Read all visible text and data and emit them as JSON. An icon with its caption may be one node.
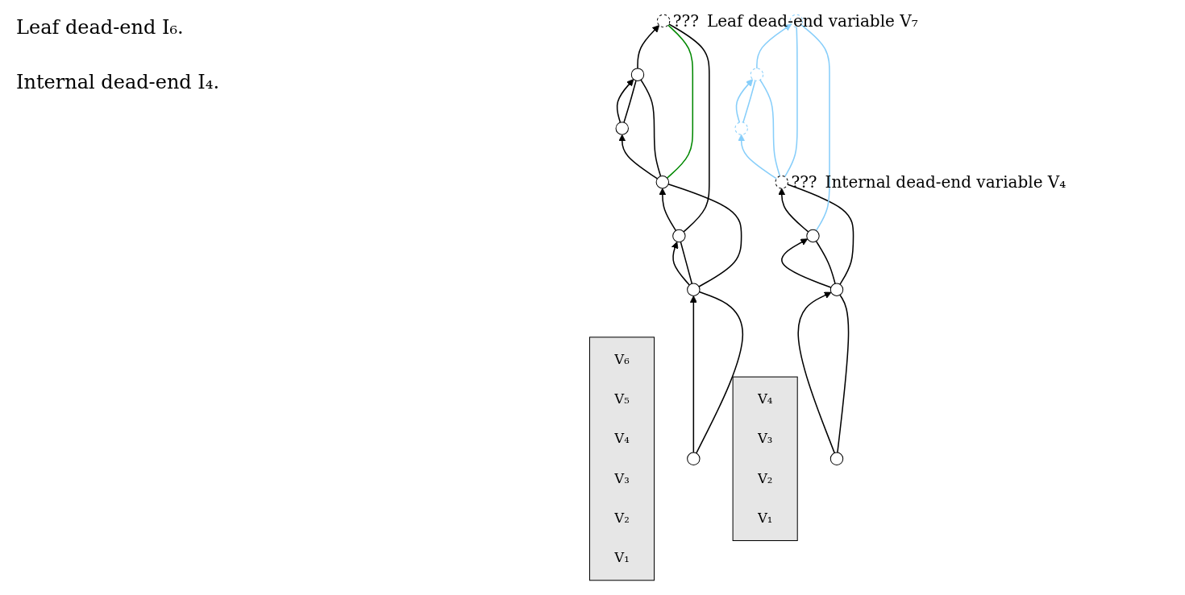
{
  "diagram": {
    "nodes": [
      {
        "text": [
          "V₆",
          "V₅",
          "V₄",
          "V₃",
          "V₂",
          "V₁"
        ]
      },
      {
        "text": [],
        "shape": "circle"
      },
      {
        "text": [],
        "shape": "circle"
      },
      {
        "text": [],
        "shape": "circle"
      },
      {
        "text": [],
        "shape": "circle"
      },
      {
        "text": [],
        "shape": "circle"
      },
      {
        "text": [],
        "shape": "circle"
      },
      {
        "text": [],
        "shape": "circle",
        "beside": [
          "???",
          "Leaf dead-end variable V₇"
        ]
      },
      {
        "text": [
          "V₄",
          "V₃",
          "V₂",
          "V₁"
        ]
      },
      {
        "text": [],
        "shape": "circle"
      },
      {
        "text": [],
        "shape": "circle"
      },
      {
        "text": [],
        "shape": "circle"
      },
      {
        "text": [],
        "shape": "circle",
        "beside": [
          "???",
          "Internal dead-end variable V₄"
        ]
      },
      {
        "text": [],
        "shape": "circle"
      },
      {
        "text": [],
        "shape": "circle"
      },
      {
        "text": [],
        "shape": "circle"
      }
    ],
    "edges": [
      {
        "from": 1,
        "to": 2,
        "arrow": "to"
      },
      {
        "from": 2,
        "to": 3,
        "arrow": "to"
      },
      {
        "from": 3,
        "to": 4,
        "arrow": "to"
      },
      {
        "from": 4,
        "to": 5,
        "arrow": "to"
      },
      {
        "from": 5,
        "to": 6,
        "arrow": "to"
      },
      {
        "from": 6,
        "to": 7,
        "arrow": "to"
      },
      {
        "from": 1,
        "to": 2,
        "arrow": "none"
      },
      {
        "from": 2,
        "to": 3,
        "arrow": "none"
      },
      {
        "from": 2,
        "to": 4,
        "arrow": "none"
      },
      {
        "from": 3,
        "to": 7,
        "arrow": "none"
      },
      {
        "from": 4,
        "to": 6,
        "arrow": "none"
      },
      {
        "from": 5,
        "to": 6,
        "arrow": "none"
      },
      {
        "from": 4,
        "to": 7,
        "arrow": "none",
        "color": "#008800"
      },
      {
        "from": 9,
        "to": 10,
        "arrow": "to"
      },
      {
        "from": 10,
        "to": 11,
        "arrow": "to"
      },
      {
        "from": 11,
        "to": 12,
        "arrow": "to"
      },
      {
        "from": 12,
        "to": 13,
        "arrow": "to",
        "color": "#87cefa"
      },
      {
        "from": 13,
        "to": 14,
        "arrow": "to",
        "color": "#87cefa"
      },
      {
        "from": 14,
        "to": 15,
        "arrow": "to",
        "color": "#87cefa"
      },
      {
        "from": 9,
        "to": 10,
        "arrow": "none"
      },
      {
        "from": 10,
        "to": 11,
        "arrow": "none"
      },
      {
        "from": 10,
        "to": 12,
        "arrow": "none"
      },
      {
        "from": 11,
        "to": 15,
        "arrow": "none",
        "color": "#87cefa"
      },
      {
        "from": 12,
        "to": 14,
        "arrow": "none",
        "color": "#87cefa"
      },
      {
        "from": 13,
        "to": 14,
        "arrow": "none",
        "color": "#87cefa"
      },
      {
        "from": 12,
        "to": 15,
        "arrow": "none",
        "color": "#87cefa"
      }
    ],
    "labels": [
      "Leaf dead-end I₆.",
      "Internal dead-end I₄."
    ]
  }
}
